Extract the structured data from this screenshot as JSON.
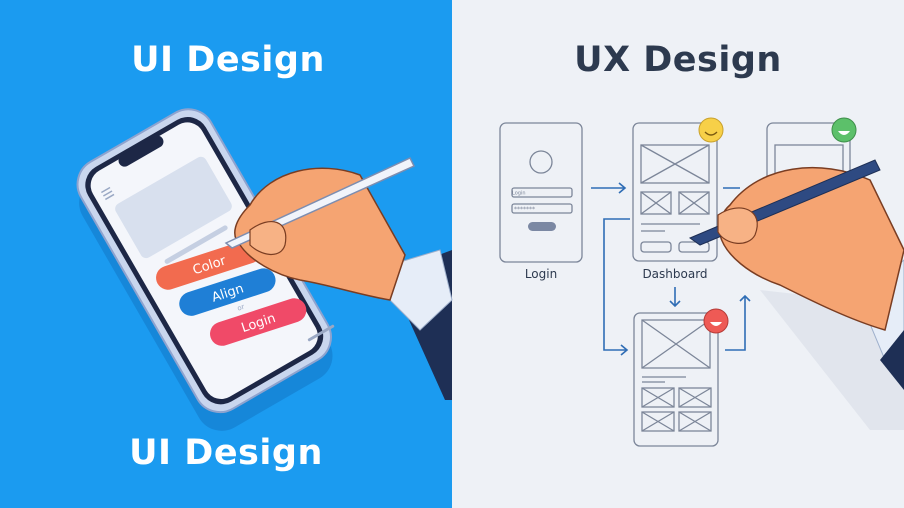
{
  "left_panel": {
    "title": "UI Design",
    "caption": "UI Design",
    "background": "#1b9bf0",
    "phone": {
      "buttons": [
        {
          "label": "Color",
          "color": "#f26b4f"
        },
        {
          "label": "Align",
          "color": "#1f7fd6"
        },
        {
          "label": "Login",
          "color": "#f04a68"
        }
      ],
      "separator": "or"
    }
  },
  "right_panel": {
    "title": "UX Design",
    "background": "#eef1f6",
    "accent": "#2f6db5",
    "screens": [
      {
        "label": "Login",
        "fields": [
          "Login",
          "*******"
        ]
      },
      {
        "label": "Dashboard",
        "emoji": "smile-icon",
        "emoji_color": "#f7d048"
      },
      {
        "label": "",
        "emoji": "grin-icon",
        "emoji_color": "#5cc06a"
      },
      {
        "label": "",
        "emoji": "laugh-icon",
        "emoji_color": "#ee5a55"
      }
    ]
  }
}
